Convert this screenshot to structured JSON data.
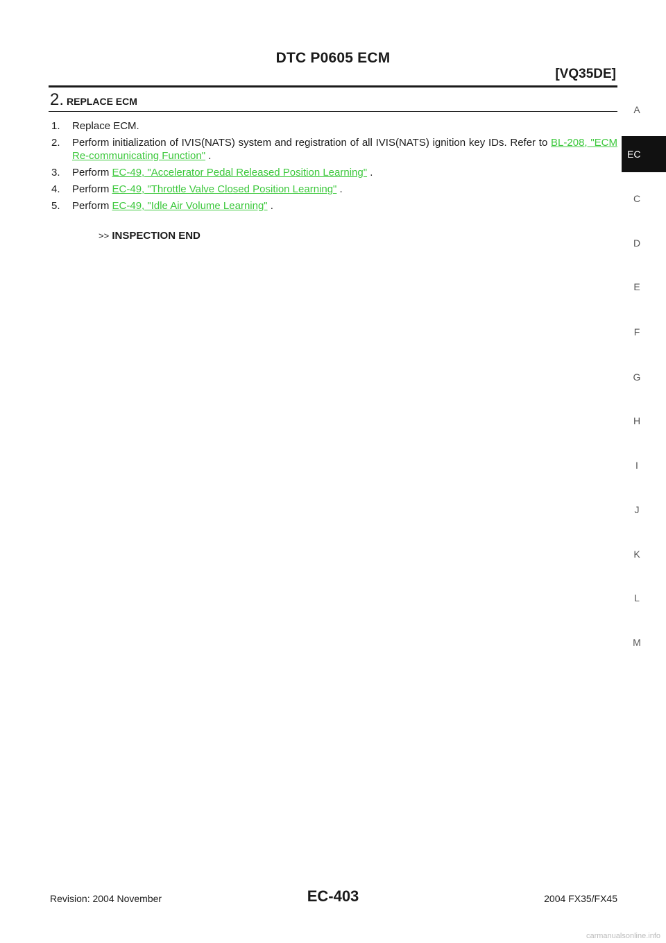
{
  "header": {
    "title": "DTC P0605 ECM",
    "engine": "[VQ35DE]"
  },
  "section": {
    "number": "2.",
    "title": "REPLACE ECM"
  },
  "steps": [
    {
      "num": "1.",
      "text": "Replace ECM.",
      "link": "",
      "suffix": ""
    },
    {
      "num": "2.",
      "text": "Perform initialization of IVIS(NATS) system and registration of all IVIS(NATS) ignition key IDs. Refer to ",
      "link": "BL-208, \"ECM Re-communicating Function\"",
      "suffix": " ."
    },
    {
      "num": "3.",
      "text": "Perform ",
      "link": "EC-49, \"Accelerator Pedal Released Position Learning\"",
      "suffix": " ."
    },
    {
      "num": "4.",
      "text": "Perform ",
      "link": "EC-49, \"Throttle Valve Closed Position Learning\"",
      "suffix": " ."
    },
    {
      "num": "5.",
      "text": "Perform ",
      "link": "EC-49, \"Idle Air Volume Learning\"",
      "suffix": " ."
    }
  ],
  "result": {
    "arrow": ">>",
    "label": "INSPECTION END"
  },
  "side_index": {
    "letters": [
      "A",
      "EC",
      "C",
      "D",
      "E",
      "F",
      "G",
      "H",
      "I",
      "J",
      "K",
      "L",
      "M"
    ],
    "active": "EC"
  },
  "footer": {
    "revision": "Revision: 2004 November",
    "page": "EC-403",
    "model": "2004 FX35/FX45"
  },
  "watermark": "carmanualsonline.info",
  "colors": {
    "link": "#3cc83c",
    "tab_active": "#111111"
  }
}
